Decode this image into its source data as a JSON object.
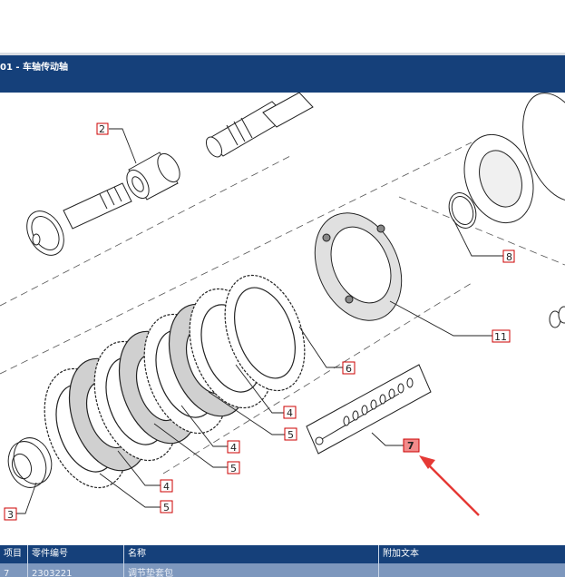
{
  "header": {
    "title": "01 - 车轴传动轴"
  },
  "diagram": {
    "callouts": [
      "2",
      "8",
      "11",
      "6",
      "4",
      "5",
      "4",
      "5",
      "4",
      "5",
      "3",
      "7"
    ],
    "highlighted_callout": "7",
    "colors": {
      "highlight_fill": "#f28b8b",
      "callout_border": "#cc0000",
      "arrow": "#e53935"
    }
  },
  "table": {
    "headers": [
      "项目",
      "零件编号",
      "名称",
      "附加文本"
    ],
    "row": [
      "7",
      "2303221",
      "调节垫套包",
      ""
    ]
  },
  "colors": {
    "header_bar": "#15407a",
    "selected_row": "#7d97bd"
  }
}
